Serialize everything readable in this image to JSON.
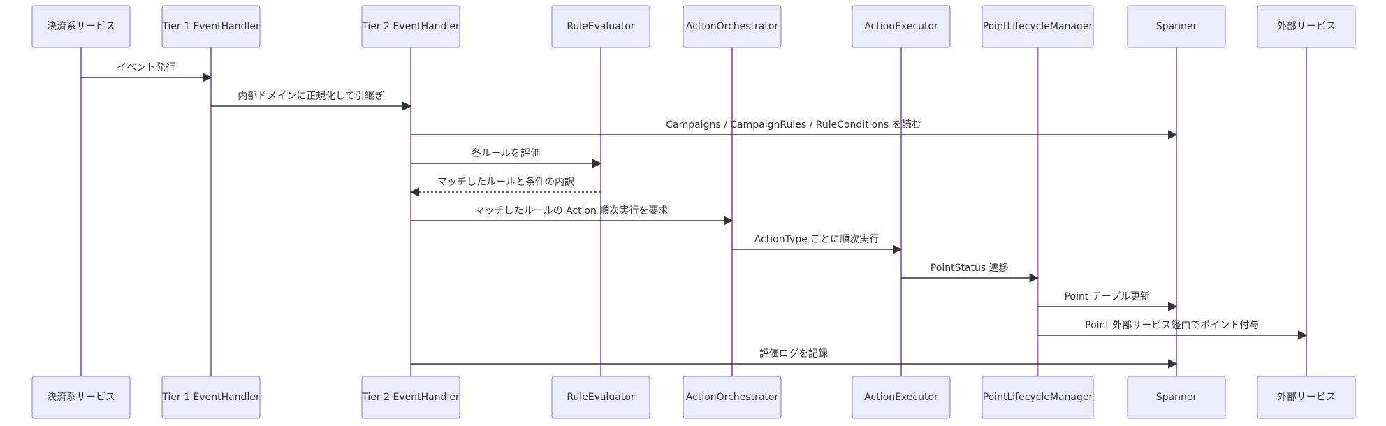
{
  "participants": [
    {
      "id": "payment",
      "label": "決済系サービス"
    },
    {
      "id": "tier1",
      "label": "Tier 1 EventHandler"
    },
    {
      "id": "tier2",
      "label": "Tier 2 EventHandler"
    },
    {
      "id": "ruleeval",
      "label": "RuleEvaluator"
    },
    {
      "id": "orchestrator",
      "label": "ActionOrchestrator"
    },
    {
      "id": "executor",
      "label": "ActionExecutor"
    },
    {
      "id": "lifecycle",
      "label": "PointLifecycleManager"
    },
    {
      "id": "spanner",
      "label": "Spanner"
    },
    {
      "id": "external",
      "label": "外部サービス"
    }
  ],
  "messages": [
    {
      "from": "payment",
      "to": "tier1",
      "text": "イベント発行",
      "style": "solid"
    },
    {
      "from": "tier1",
      "to": "tier2",
      "text": "内部ドメインに正規化して引継ぎ",
      "style": "solid"
    },
    {
      "from": "tier2",
      "to": "spanner",
      "text": "Campaigns / CampaignRules / RuleConditions を読む",
      "style": "solid"
    },
    {
      "from": "tier2",
      "to": "ruleeval",
      "text": "各ルールを評価",
      "style": "solid"
    },
    {
      "from": "ruleeval",
      "to": "tier2",
      "text": "マッチしたルールと条件の内訳",
      "style": "dashed"
    },
    {
      "from": "tier2",
      "to": "orchestrator",
      "text": "マッチしたルールの Action 順次実行を要求",
      "style": "solid"
    },
    {
      "from": "orchestrator",
      "to": "executor",
      "text": "ActionType ごとに順次実行",
      "style": "solid"
    },
    {
      "from": "executor",
      "to": "lifecycle",
      "text": "PointStatus 遷移",
      "style": "solid"
    },
    {
      "from": "lifecycle",
      "to": "spanner",
      "text": "Point テーブル更新",
      "style": "solid"
    },
    {
      "from": "lifecycle",
      "to": "external",
      "text": "Point 外部サービス経由でポイント付与",
      "style": "solid"
    },
    {
      "from": "tier2",
      "to": "spanner",
      "text": "評価ログを記録",
      "style": "solid"
    }
  ],
  "colors": {
    "actor_fill": "#ECECFF",
    "actor_stroke": "#9370DB",
    "lifeline": "#9370DB",
    "message": "#333333"
  }
}
